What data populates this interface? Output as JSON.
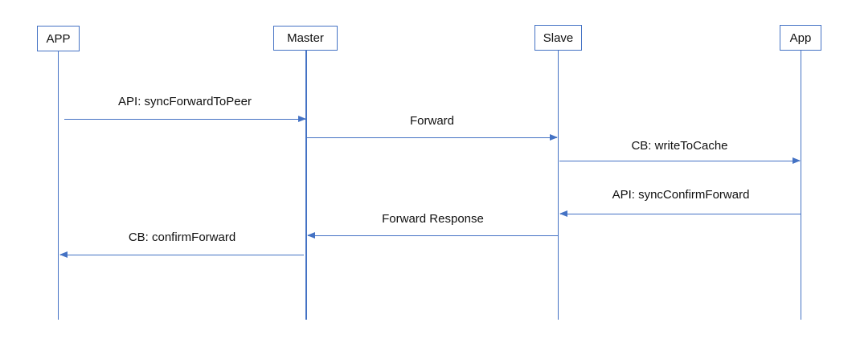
{
  "diagram": {
    "type": "sequence-diagram",
    "background_color": "#FFFFFF",
    "accent_color": "#4472C4",
    "text_color": "#111111",
    "actors": [
      {
        "label": "APP"
      },
      {
        "label": "Master"
      },
      {
        "label": "Slave"
      },
      {
        "label": "App"
      }
    ],
    "messages": [
      {
        "label": "API: syncForwardToPeer",
        "from": "APP",
        "to": "Master",
        "direction": "right"
      },
      {
        "label": "Forward",
        "from": "Master",
        "to": "Slave",
        "direction": "right"
      },
      {
        "label": "CB: writeToCache",
        "from": "Slave",
        "to": "App",
        "direction": "right"
      },
      {
        "label": "API: syncConfirmForward",
        "from": "App",
        "to": "Slave",
        "direction": "left"
      },
      {
        "label": "Forward Response",
        "from": "Slave",
        "to": "Master",
        "direction": "left"
      },
      {
        "label": "CB: confirmForward",
        "from": "Master",
        "to": "APP",
        "direction": "left"
      }
    ]
  }
}
